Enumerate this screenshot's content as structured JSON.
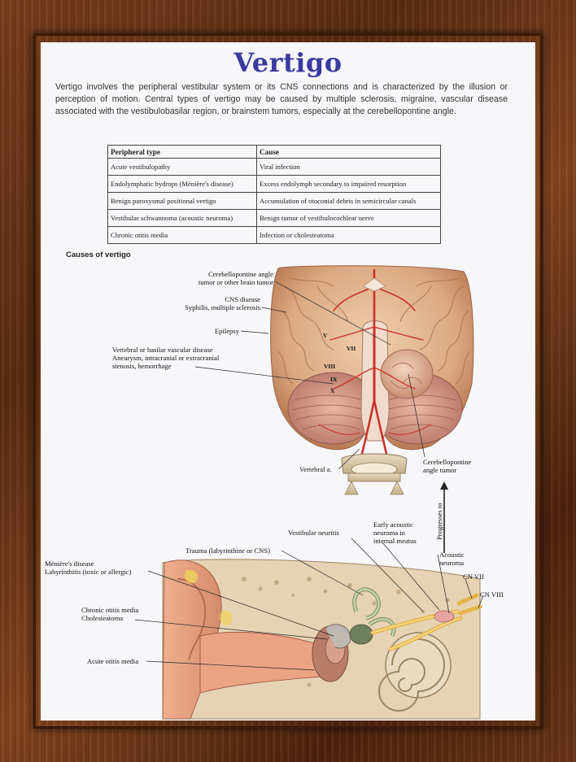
{
  "title": "Vertigo",
  "intro": "Vertigo involves the peripheral vestibular system or its CNS connections and is characterized by the illusion or perception of motion. Central types of vertigo may be caused by multiple sclerosis, migraine, vascular disease associated with the vestibulobasilar region, or brainstem tumors, especially at the cerebellopontine angle.",
  "table": {
    "headers": [
      "Peripheral type",
      "Cause"
    ],
    "rows": [
      [
        "Acute vestibulopathy",
        "Viral infection"
      ],
      [
        "Endolymphatic hydrops (Ménière's disease)",
        "Excess endolymph secondary to impaired resorption"
      ],
      [
        "Benign paroxysmal positional vertigo",
        "Accumulation of otoconial debris in semicircular canals"
      ],
      [
        "Vestibular schwannoma (acoustic neuroma)",
        "Benign tumor of vestibulocochlear nerve"
      ],
      [
        "Chronic otitis media",
        "Infection or cholesteatoma"
      ]
    ]
  },
  "subheading": "Causes of vertigo",
  "brain_labels": {
    "cpa_tumor": [
      "Cerebellopontine angle",
      "tumor or other brain tumor"
    ],
    "cns_disease": [
      "CNS disease",
      "Syphilis, multiple sclerosis"
    ],
    "epilepsy": "Epilepsy",
    "vascular": [
      "Vertebral or basilar vascular disease",
      "Aneurysm, intracranial or extracranial",
      "stenosis, hemorrhage"
    ],
    "vertebral_a": "Vertebral a.",
    "cpa_tumor_right": [
      "Cerebellopontine",
      "angle tumor"
    ],
    "nerves": [
      "V",
      "VII",
      "VIII",
      "IX",
      "X"
    ]
  },
  "arrow_label": "Progresses to",
  "ear_labels": {
    "early_acoustic": [
      "Early acoustic",
      "neuroma in",
      "internal meatus"
    ],
    "vestibular_neuritis": "Vestibular neuritis",
    "trauma": "Trauma (labyrinthine or CNS)",
    "acoustic_neuroma": [
      "Acoustic",
      "neuroma"
    ],
    "menieres": [
      "Ménière's disease",
      "Labyrinthitis (toxic or allergic)"
    ],
    "cn7": "CN VII",
    "cn8": "CN VIII",
    "chronic_om": [
      "Chronic otitis media",
      "Cholesteatoma"
    ],
    "acute_om": "Acute otitis media"
  },
  "colors": {
    "title": "#3b3aa0",
    "frame": "#6b3517",
    "poster": "#f7f6f9"
  }
}
